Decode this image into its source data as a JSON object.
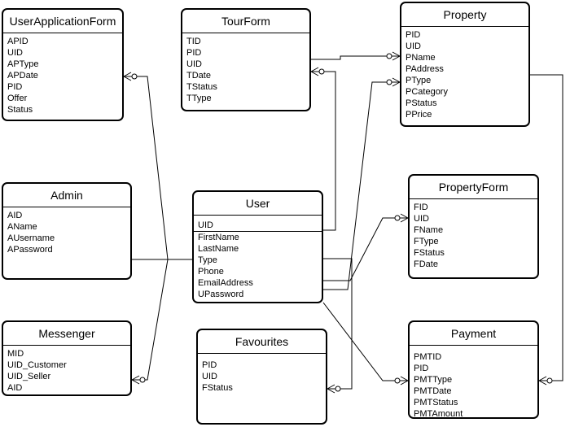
{
  "entities": {
    "userApplicationForm": {
      "name": "UserApplicationForm",
      "fields": [
        "APID",
        "UID",
        "APType",
        "APDate",
        "PID",
        "Offer",
        "Status"
      ]
    },
    "tourForm": {
      "name": "TourForm",
      "fields": [
        "TID",
        "PID",
        "UID",
        "TDate",
        "TStatus",
        "TType"
      ]
    },
    "property": {
      "name": "Property",
      "fields": [
        "PID",
        "UID",
        "PName",
        "PAddress",
        "PType",
        "PCategory",
        "PStatus",
        "PPrice"
      ]
    },
    "admin": {
      "name": "Admin",
      "fields": [
        "AID",
        "AName",
        "AUsername",
        "APassword"
      ]
    },
    "user": {
      "name": "User",
      "pk": "UID",
      "fields": [
        "FirstName",
        "LastName",
        "Type",
        "Phone",
        "EmailAddress",
        "UPassword"
      ]
    },
    "propertyForm": {
      "name": "PropertyForm",
      "fields": [
        "FID",
        "UID",
        "FName",
        "FType",
        "FStatus",
        "FDate"
      ]
    },
    "messenger": {
      "name": "Messenger",
      "fields": [
        "MID",
        "UID_Customer",
        "UID_Seller",
        "AID"
      ]
    },
    "favourites": {
      "name": "Favourites",
      "fields": [
        "PID",
        "UID",
        "FStatus"
      ]
    },
    "payment": {
      "name": "Payment",
      "fields": [
        "PMTID",
        "PID",
        "PMTType",
        "PMTDate",
        "PMTStatus",
        "PMTAmount"
      ]
    }
  }
}
